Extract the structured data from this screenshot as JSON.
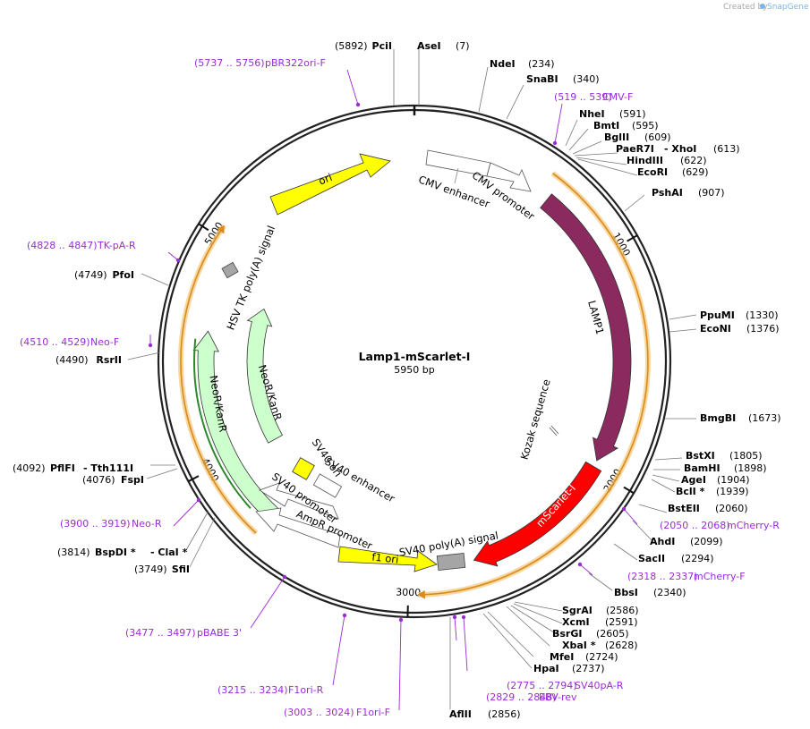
{
  "credit": {
    "prefix": "Created by",
    "brand": "SnapGene"
  },
  "plasmid": {
    "name": "Lamp1-mScarlet-I",
    "size": "5950 bp"
  },
  "ticks": [
    "1000",
    "2000",
    "3000",
    "4000",
    "5000"
  ],
  "features": [
    {
      "label": "ori"
    },
    {
      "label": "CMV enhancer"
    },
    {
      "label": "CMV promoter"
    },
    {
      "label": "LAMP1"
    },
    {
      "label": "Kozak sequence"
    },
    {
      "label": "mScarlet-I"
    },
    {
      "label": "SV40 poly(A) signal"
    },
    {
      "label": "f1 ori"
    },
    {
      "label": "AmpR promoter"
    },
    {
      "label": "SV40 promoter"
    },
    {
      "label": "SV40 enhancer"
    },
    {
      "label": "SV40 ori"
    },
    {
      "label": "NeoR/KanR"
    },
    {
      "label": "NeoR/KanR"
    },
    {
      "label": "HSV TK poly(A) signal"
    }
  ],
  "enzymes": [
    {
      "name": "PciI",
      "pos": "(5892)"
    },
    {
      "name": "AseI",
      "pos": "(7)"
    },
    {
      "name": "NdeI",
      "pos": "(234)"
    },
    {
      "name": "SnaBI",
      "pos": "(340)"
    },
    {
      "name": "NheI",
      "pos": "(591)"
    },
    {
      "name": "BmtI",
      "pos": "(595)"
    },
    {
      "name": "BglII",
      "pos": "(609)"
    },
    {
      "name": "PaeR7I",
      "pos": "- XhoI",
      "extra": "(613)"
    },
    {
      "name": "HindIII",
      "pos": "(622)"
    },
    {
      "name": "EcoRI",
      "pos": "(629)"
    },
    {
      "name": "PshAI",
      "pos": "(907)"
    },
    {
      "name": "PpuMI",
      "pos": "(1330)"
    },
    {
      "name": "EcoNI",
      "pos": "(1376)"
    },
    {
      "name": "BmgBI",
      "pos": "(1673)"
    },
    {
      "name": "BstXI",
      "pos": "(1805)"
    },
    {
      "name": "BamHI",
      "pos": "(1898)"
    },
    {
      "name": "AgeI",
      "pos": "(1904)"
    },
    {
      "name": "BclI *",
      "pos": "(1939)"
    },
    {
      "name": "BstEII",
      "pos": "(2060)"
    },
    {
      "name": "AhdI",
      "pos": "(2099)"
    },
    {
      "name": "SacII",
      "pos": "(2294)"
    },
    {
      "name": "BbsI",
      "pos": "(2340)"
    },
    {
      "name": "SgrAI",
      "pos": "(2586)"
    },
    {
      "name": "XcmI",
      "pos": "(2591)"
    },
    {
      "name": "BsrGI",
      "pos": "(2605)"
    },
    {
      "name": "XbaI *",
      "pos": "(2628)"
    },
    {
      "name": "MfeI",
      "pos": "(2724)"
    },
    {
      "name": "HpaI",
      "pos": "(2737)"
    },
    {
      "name": "AflII",
      "pos": "(2856)"
    },
    {
      "name": "SfiI",
      "pos": "(3749)"
    },
    {
      "name": "BspDI *",
      "pos": "- ClaI *",
      "extra": "(3814)"
    },
    {
      "name": "FspI",
      "pos": "(4076)"
    },
    {
      "name": "PflFI",
      "pos": "- Tth111I",
      "extra": "(4092)"
    },
    {
      "name": "RsrII",
      "pos": "(4490)"
    },
    {
      "name": "PfoI",
      "pos": "(4749)"
    }
  ],
  "primers": [
    {
      "range": "(5737 .. 5756)",
      "name": "pBR322ori-F"
    },
    {
      "range": "(519 .. 539)",
      "name": "CMV-F"
    },
    {
      "range": "(2050 .. 2068)",
      "name": "mCherry-R"
    },
    {
      "range": "(2318 .. 2337)",
      "name": "mCherry-F"
    },
    {
      "range": "(2775 .. 2794)",
      "name": "SV40pA-R"
    },
    {
      "range": "(2829 .. 2848)",
      "name": "EBV-rev"
    },
    {
      "range": "(3477 .. 3497)",
      "name": "pBABE 3'"
    },
    {
      "range": "(3215 .. 3234)",
      "name": "F1ori-R"
    },
    {
      "range": "(3003 .. 3024)",
      "name": "F1ori-F"
    },
    {
      "range": "(3900 .. 3919)",
      "name": "Neo-R"
    },
    {
      "range": "(4510 .. 4529)",
      "name": "Neo-F"
    },
    {
      "range": "(4828 .. 4847)",
      "name": "TK-pA-R"
    }
  ],
  "colors": {
    "backbone": "#1a1a1a",
    "ori": "#ffff00",
    "lamp1": "#8b2a5f",
    "mscarlet": "#ff0000",
    "neo": "#ccffcc",
    "orange_orf": "#d98a1a",
    "primer": "#9a2cd6",
    "polyA": "#a5a5a5"
  }
}
